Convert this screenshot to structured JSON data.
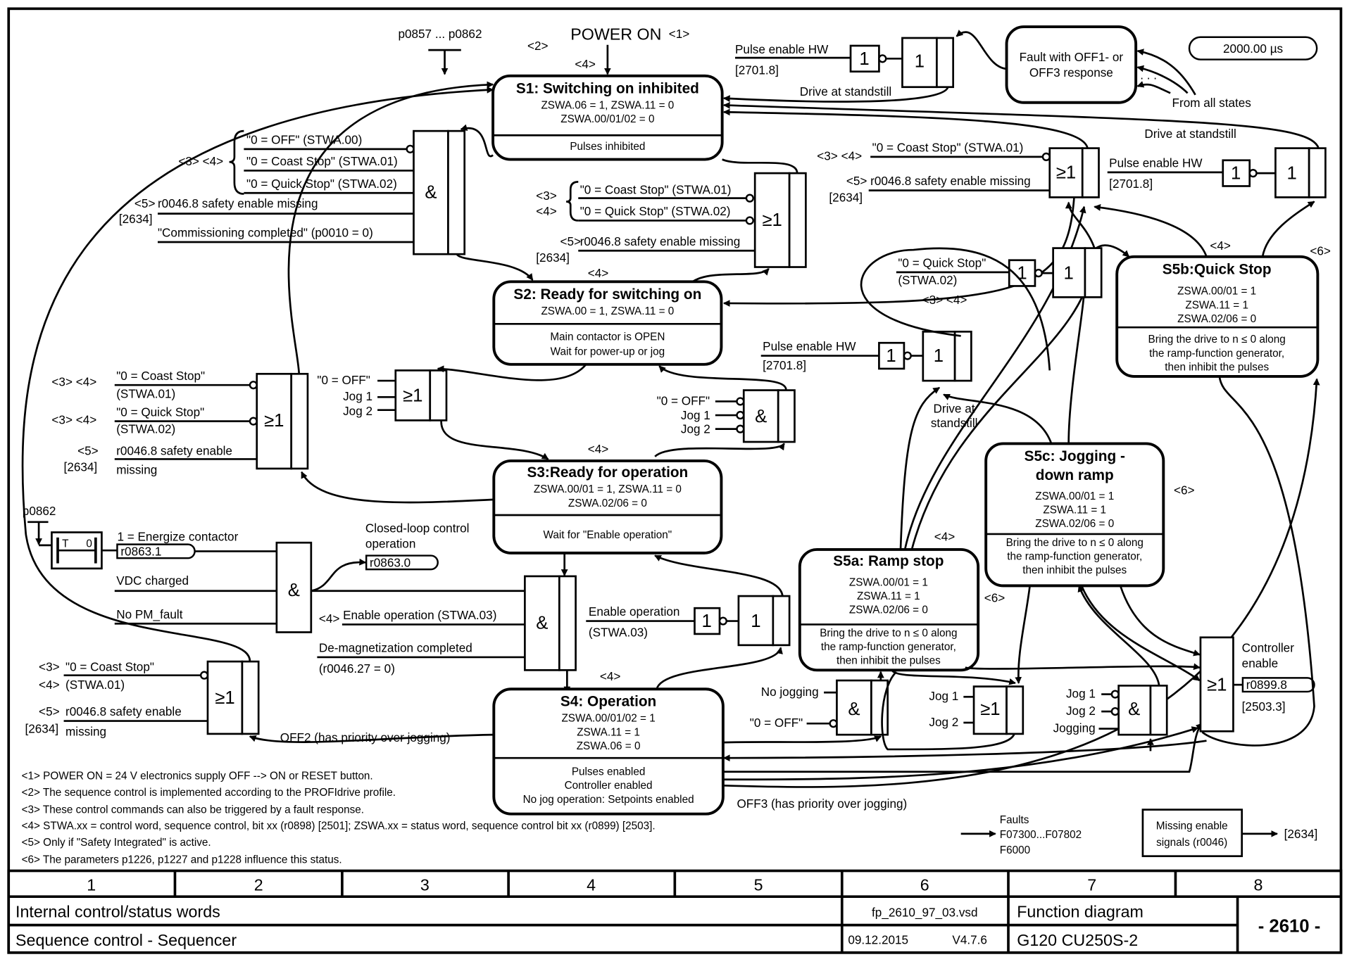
{
  "header": {
    "params_top": "p0857 ... p0862",
    "note2": "<2>",
    "power_on": "POWER ON",
    "note1": "<1>",
    "note4_top": "<4>",
    "cycle_time": "2000.00 µs"
  },
  "states": {
    "s1": {
      "title": "S1: Switching on inhibited",
      "lines": [
        "ZSWA.06 = 1, ZSWA.11 = 0",
        "ZSWA.00/01/02 = 0"
      ],
      "desc": [
        "Pulses inhibited"
      ]
    },
    "s2": {
      "title": "S2: Ready for switching on",
      "lines": [
        "ZSWA.00 = 1, ZSWA.11 = 0"
      ],
      "desc": [
        "Main contactor is OPEN",
        "Wait for power-up or jog"
      ]
    },
    "s3": {
      "title": "S3:Ready for operation",
      "lines": [
        "ZSWA.00/01 = 1, ZSWA.11 = 0",
        "ZSWA.02/06 = 0"
      ],
      "desc": [
        "Wait for \"Enable operation\""
      ]
    },
    "s4": {
      "title": "S4: Operation",
      "lines": [
        "ZSWA.00/01/02 = 1",
        "ZSWA.11 = 1",
        "ZSWA.06 = 0"
      ],
      "desc": [
        "Pulses enabled",
        "Controller enabled",
        "No jog operation: Setpoints enabled"
      ]
    },
    "s5a": {
      "title": "S5a: Ramp stop",
      "lines": [
        "ZSWA.00/01 = 1",
        "ZSWA.11 = 1",
        "ZSWA.02/06 = 0"
      ],
      "desc": [
        "Bring the drive to n ≤ 0 along",
        "the ramp-function generator,",
        "then inhibit the pulses"
      ]
    },
    "s5b": {
      "title": "S5b:Quick Stop",
      "lines": [
        "ZSWA.00/01 = 1",
        "ZSWA.11 = 1",
        "ZSWA.02/06 = 0"
      ],
      "desc": [
        "Bring the drive to n ≤ 0 along",
        "the ramp-function generator,",
        "then inhibit the pulses"
      ]
    },
    "s5c": {
      "title": [
        "S5c: Jogging -",
        "down ramp"
      ],
      "lines": [
        "ZSWA.00/01 = 1",
        "ZSWA.11 = 1",
        "ZSWA.02/06 = 0"
      ],
      "desc": [
        "Bring the drive to n ≤ 0 along",
        "the ramp-function generator,",
        "then inhibit the pulses"
      ]
    }
  },
  "fault_box": {
    "lines": [
      "Fault with OFF1- or",
      "OFF3 response"
    ],
    "dots": ". . .",
    "from_all": "From all states"
  },
  "labels": {
    "pulse_enable_hw": "Pulse enable HW",
    "ref_2701": "[2701.8]",
    "drive_standstill": "Drive at standstill",
    "drive_at": "Drive at",
    "standstill": "standstill",
    "n34": "<3> <4>",
    "n3": "<3>",
    "n4": "<4>",
    "n5": "<5>",
    "n6": "<6>",
    "ref_2634": "[2634]",
    "off_stwa00": "\"0 = OFF\" (STWA.00)",
    "coast_stwa01": "\"0 = Coast Stop\" (STWA.01)",
    "quick_stwa02": "\"0 = Quick Stop\" (STWA.02)",
    "safety_missing": "r0046.8 safety enable missing",
    "safety_enable": "r0046.8 safety enable",
    "missing": "missing",
    "commissioning": "\"Commissioning completed\" (p0010 = 0)",
    "coast_stop": "\"0 = Coast Stop\"",
    "quick_stop": "\"0 = Quick Stop\"",
    "stwa01": "(STWA.01)",
    "stwa02": "(STWA.02)",
    "stwa03": "(STWA.03)",
    "off": "\"0 = OFF\"",
    "jog1": "Jog 1",
    "jog2": "Jog 2",
    "jogging": "Jogging",
    "no_jogging": "No jogging",
    "p0862": "p0862",
    "timer_t": "T",
    "timer_0": "0",
    "energize": "1 = Energize contactor",
    "r0863_1": "r0863.1",
    "vdc": "VDC charged",
    "no_pm": "No PM_fault",
    "closed_loop": "Closed-loop control",
    "operation": "operation",
    "r0863_0": "r0863.0",
    "enable_op_stwa": "Enable operation (STWA.03)",
    "enable_op": "Enable operation",
    "demag": "De-magnetization completed",
    "demag_cond": "(r0046.27 = 0)",
    "off2": "OFF2 (has priority over jogging)",
    "off3": "OFF3 (has priority over jogging)",
    "controller": "Controller",
    "enable": "enable",
    "r0899_8": "r0899.8",
    "ref_2503": "[2503.3]",
    "faults": "Faults",
    "faults_range": "F07300...F07802",
    "f6000": "F6000",
    "missing_box": [
      "Missing enable",
      "signals (r0046)"
    ],
    "gate_and": "&",
    "gate_or": "≥1",
    "gate_one": "1"
  },
  "footnotes": [
    "<1> POWER ON = 24 V electronics supply OFF --> ON or RESET button.",
    "<2> The sequence control is implemented according to the PROFIdrive profile.",
    "<3> These control commands can also be triggered by a fault response.",
    "<4> STWA.xx = control word, sequence control, bit xx (r0898) [2501]; ZSWA.xx = status word, sequence control bit xx (r0899) [2503].",
    "<5> Only if \"Safety Integrated\" is active.",
    "<6> The parameters p1226, p1227 and p1228 influence this status."
  ],
  "title_block": {
    "columns": [
      "1",
      "2",
      "3",
      "4",
      "5",
      "6",
      "7",
      "8"
    ],
    "line1": "Internal control/status words",
    "line2": "Sequence control - Sequencer",
    "file": "fp_2610_97_03.vsd",
    "date": "09.12.2015",
    "version": "V4.7.6",
    "doc_type": "Function diagram",
    "device": "G120 CU250S-2",
    "page": "- 2610 -"
  }
}
